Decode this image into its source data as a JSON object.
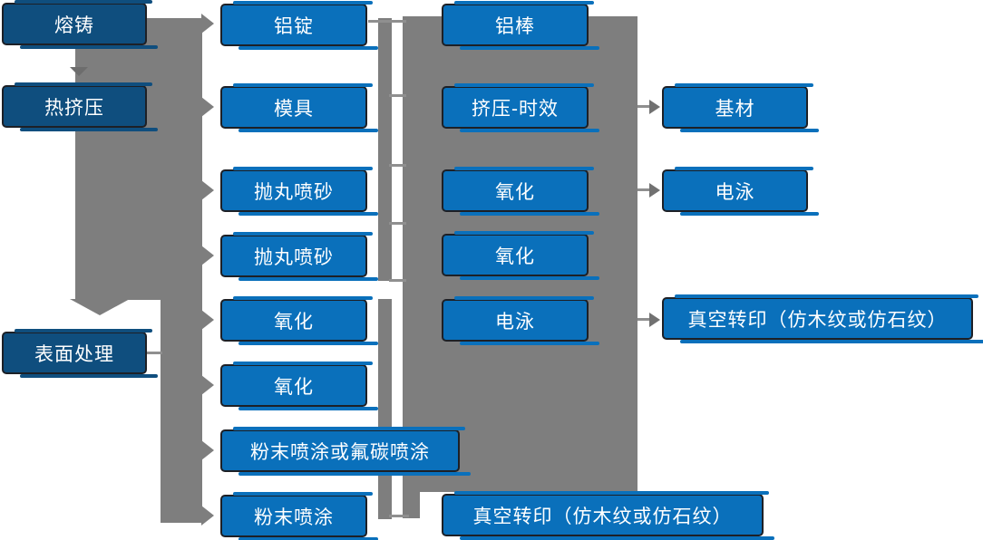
{
  "diagram": {
    "stage_column": [
      {
        "label": "熔铸"
      },
      {
        "label": "热挤压"
      },
      {
        "label": "表面处理"
      }
    ],
    "process_column": [
      {
        "label": "铝锭"
      },
      {
        "label": "模具"
      },
      {
        "label": "抛丸喷砂"
      },
      {
        "label": "抛丸喷砂"
      },
      {
        "label": "氧化"
      },
      {
        "label": "氧化"
      },
      {
        "label": "粉末喷涂或氟碳喷涂"
      },
      {
        "label": "粉末喷涂"
      }
    ],
    "mid_column": [
      {
        "label": "铝棒"
      },
      {
        "label": "挤压-时效"
      },
      {
        "label": "氧化"
      },
      {
        "label": "氧化"
      },
      {
        "label": "电泳"
      },
      {
        "label": "真空转印（仿木纹或仿石纹）"
      }
    ],
    "result_column": [
      {
        "label": "基材"
      },
      {
        "label": "电泳"
      },
      {
        "label": "真空转印（仿木纹或仿石纹）"
      }
    ],
    "colors": {
      "process_blue": "#0a70bb",
      "stage_dark_blue": "#0f4e7e",
      "connector_gray": "#7e7e7e"
    }
  }
}
